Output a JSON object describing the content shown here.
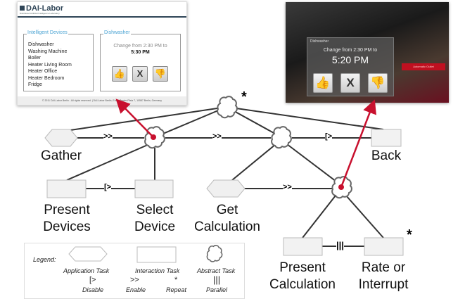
{
  "web_ui": {
    "logo": "DAI-Labor",
    "logo_subtitle": "Distributed Artificial Intelligence Laboratory",
    "devices_legend": "Intelligent Devices",
    "devices": [
      "Dishwasher",
      "Washing Machine",
      "Boiler",
      "Heater Living Room",
      "Heater Office",
      "Heater Bedroom",
      "Fridge"
    ],
    "detail_legend": "Dishwasher",
    "change_text": "Change from 2:30 PM to",
    "change_time": "5:30 PM",
    "buttons": {
      "accept": "👍",
      "cancel": "X",
      "reject": "👎"
    },
    "footer": "© 2011 DAI-Labor Berlin - All rights reserved. | DAI-Labor Berlin, Ernst-Reuter-Platz 7, 10587 Berlin, Germany"
  },
  "mobile_ui": {
    "title": "Dishwasher",
    "change_text": "Change from 2:30 PM to",
    "change_time": "5:20 PM",
    "buttons": {
      "accept": "👍",
      "cancel": "X",
      "reject": "👎"
    },
    "status_bar": "Automatic Outlet"
  },
  "tree": {
    "root_repeat": "*",
    "nodes": {
      "gather": "Gather",
      "back": "Back",
      "present_devices": [
        "Present",
        "Devices"
      ],
      "select_device": [
        "Select",
        "Device"
      ],
      "get_calculation": [
        "Get",
        "Calculation"
      ],
      "present_calculation": [
        "Present",
        "Calculation"
      ],
      "rate_or_interrupt": [
        "Rate or",
        "Interrupt"
      ]
    },
    "operators": {
      "enable": ">>",
      "disable": "[>",
      "parallel": "|||",
      "repeat": "*"
    }
  },
  "legend": {
    "title": "Legend:",
    "shapes": [
      "Application Task",
      "Interaction Task",
      "Abstract Task"
    ],
    "operators": [
      {
        "symbol": "[>",
        "label": "Disable"
      },
      {
        "symbol": ">>",
        "label": "Enable"
      },
      {
        "symbol": "*",
        "label": "Repeat"
      },
      {
        "symbol": "|||",
        "label": "Parallel"
      }
    ]
  },
  "colors": {
    "arrow": "#c8102e",
    "brand": "#2f4557",
    "legend_accent": "#4aa3d3",
    "thumb_up": "#3a9a2a",
    "thumb_down": "#c8102e"
  }
}
